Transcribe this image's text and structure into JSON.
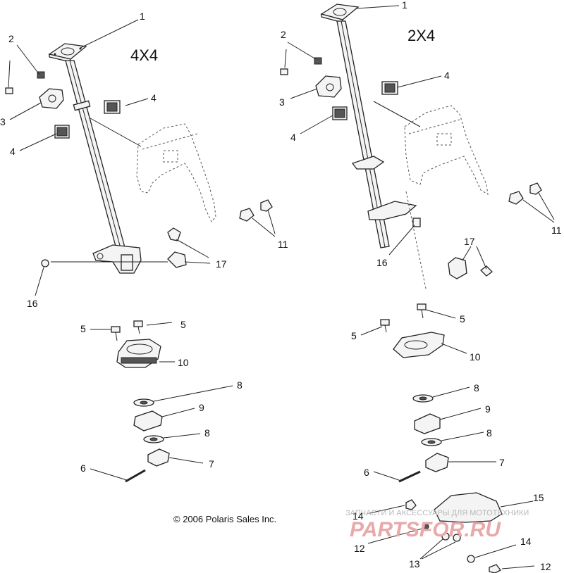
{
  "diagram": {
    "title_left": "4X4",
    "title_right": "2X4",
    "copyright": "© 2006 Polaris Sales Inc.",
    "watermark_small": "ЗАПЧАСТИ И АКСЕССУАРЫ ДЛЯ МОТОТЕХНИКИ",
    "watermark_brand": "PARTSFOR.RU"
  },
  "labels_left": {
    "l1": "1",
    "l2": "2",
    "l3": "3",
    "l4a": "4",
    "l4b": "4",
    "l5a": "5",
    "l5b": "5",
    "l6": "6",
    "l7": "7",
    "l8a": "8",
    "l8b": "8",
    "l9": "9",
    "l10": "10",
    "l11": "11",
    "l16": "16",
    "l17": "17"
  },
  "labels_right": {
    "l1": "1",
    "l2": "2",
    "l3": "3",
    "l4a": "4",
    "l4b": "4",
    "l5a": "5",
    "l5b": "5",
    "l6": "6",
    "l7": "7",
    "l8a": "8",
    "l8b": "8",
    "l9": "9",
    "l10": "10",
    "l11": "11",
    "l12a": "12",
    "l12b": "12",
    "l13": "13",
    "l14a": "14",
    "l14b": "14",
    "l15": "15",
    "l16": "16",
    "l17": "17"
  }
}
